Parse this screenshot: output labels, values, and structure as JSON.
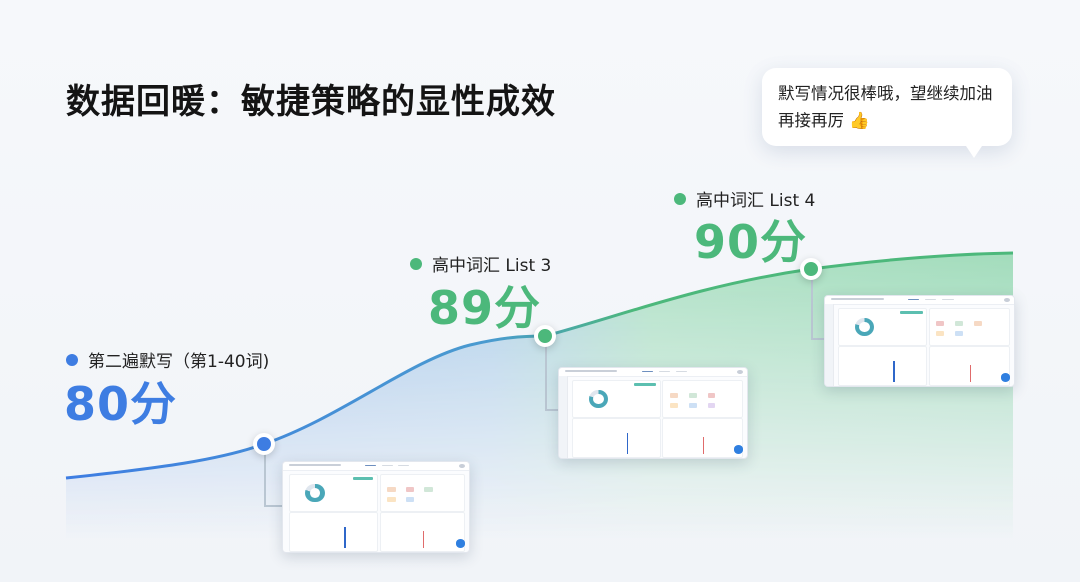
{
  "title": "数据回暖：敏捷策略的显性成效",
  "bubble": {
    "text": "默写情况很棒哦，望继续加油再接再厉 👍"
  },
  "points": [
    {
      "label": "第二遍默写（第1-40词)",
      "score": "80分",
      "color": "#3e7de2"
    },
    {
      "label": "高中词汇 List 3",
      "score": "89分",
      "color": "#4cb87b"
    },
    {
      "label": "高中词汇 List 4",
      "score": "90分",
      "color": "#4cb87b"
    }
  ],
  "colors": {
    "blue": "#3e7de2",
    "green": "#4cb87b"
  }
}
